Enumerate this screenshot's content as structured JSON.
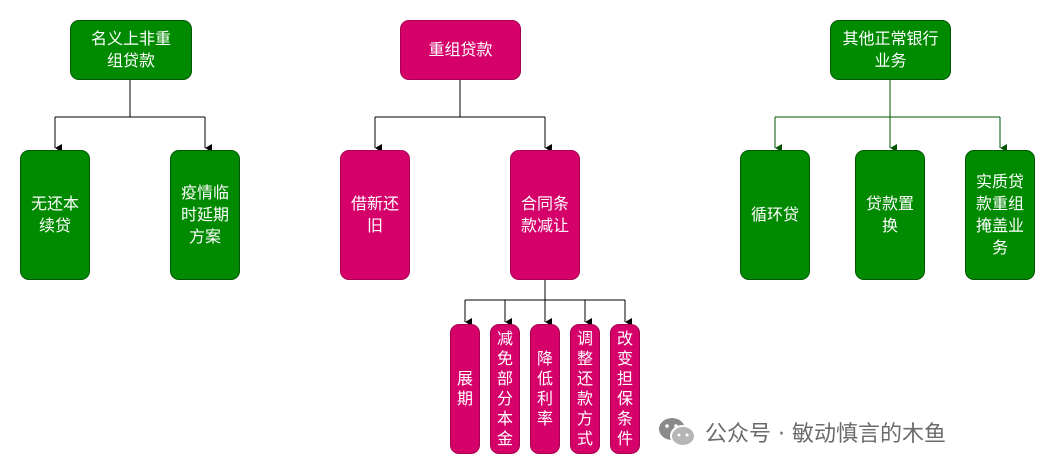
{
  "groups": {
    "nominal": {
      "root": "名义上非重组贷款",
      "children": [
        "无还本续贷",
        "疫情临时延期方案"
      ]
    },
    "restructure": {
      "root": "重组贷款",
      "children": [
        "借新还旧",
        "合同条款减让"
      ],
      "subchildren": [
        "展期",
        "减免部分本金",
        "降低利率",
        "调整还款方式",
        "改变担保条件"
      ]
    },
    "normal": {
      "root": "其他正常银行业务",
      "children": [
        "循环贷",
        "贷款置换",
        "实质贷款重组掩盖业务"
      ]
    }
  },
  "watermark": {
    "text": "公众号 · 敏动慎言的木鱼",
    "icon": "wechat-icon"
  },
  "colors": {
    "green": "#008a00",
    "pink": "#d6006b",
    "line": "#000000",
    "green_line": "#005700"
  }
}
